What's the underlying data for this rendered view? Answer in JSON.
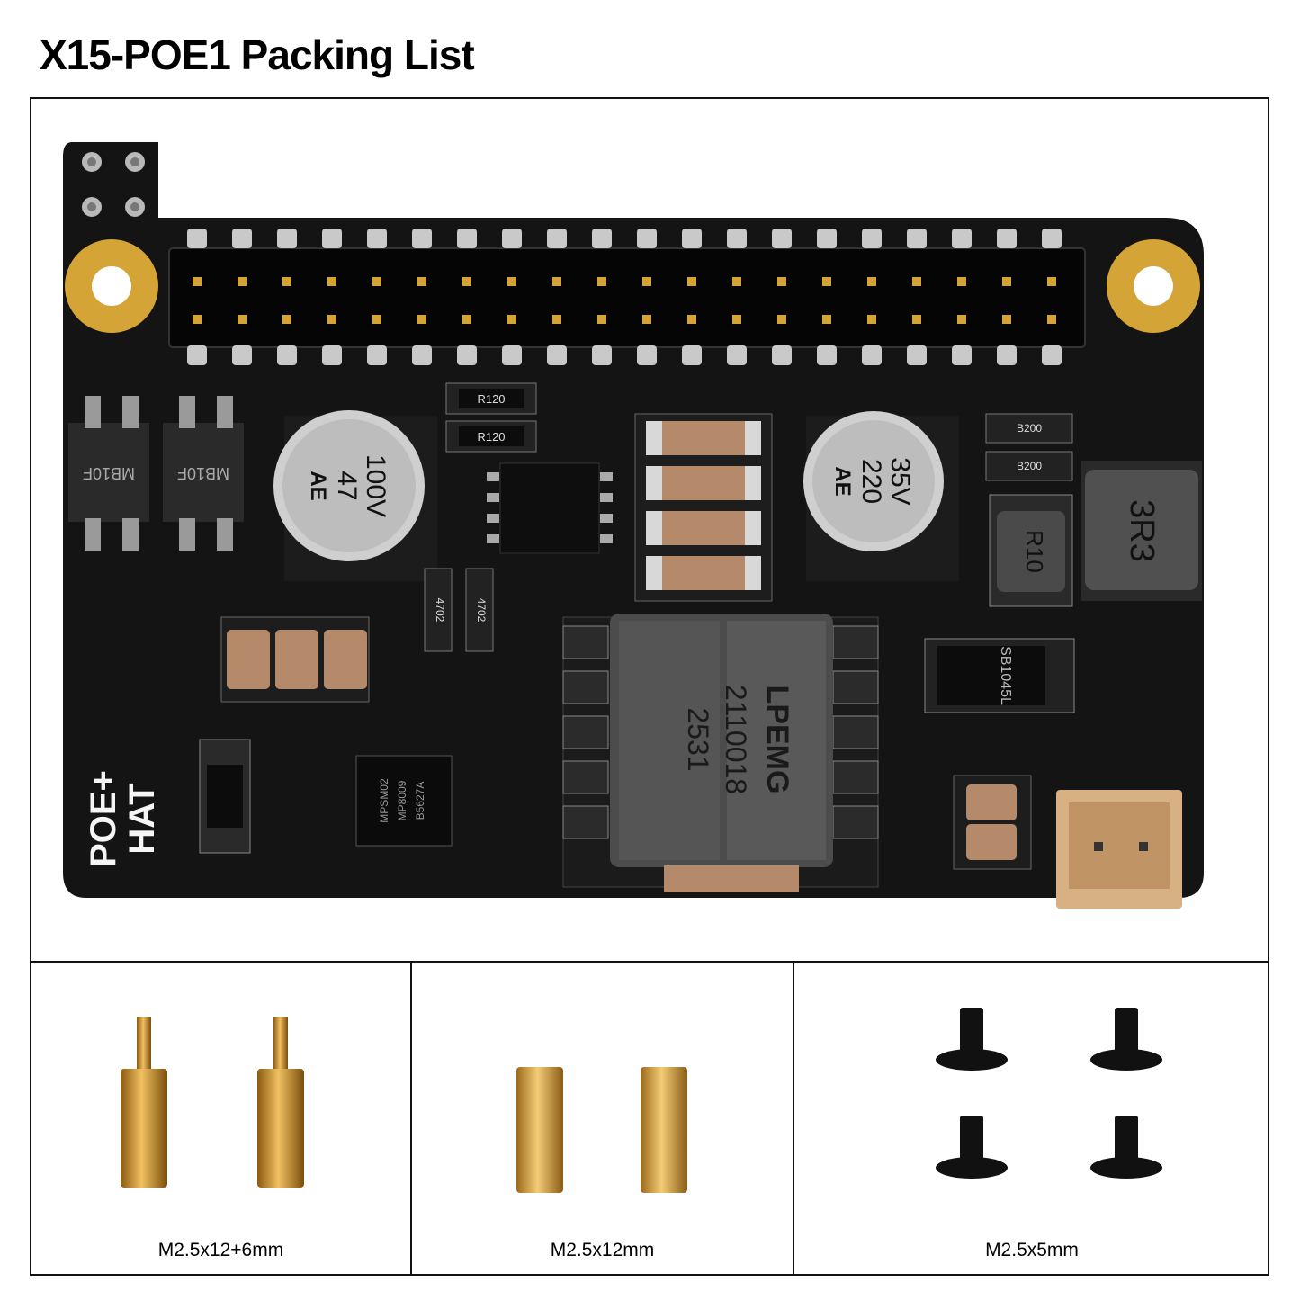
{
  "title": "X15-POE1 Packing List",
  "board": {
    "silkscreen": {
      "line1": "POE+",
      "line2": "HAT"
    },
    "capacitor_left": {
      "voltage": "100V",
      "value": "47",
      "brand": "AE"
    },
    "capacitor_right": {
      "voltage": "35V",
      "value": "220",
      "brand": "AE"
    },
    "transformer": {
      "brand": "LPEMG",
      "line1": "2110018",
      "line2": "2531"
    },
    "inductor_small": "R10",
    "inductor_large": "3R3",
    "diode": "SB1045L",
    "rectifier": "MB10F",
    "chip": {
      "line1": "MPSM02",
      "line2": "MP8009",
      "line3": "B5627A"
    },
    "resistor_labels": [
      "R120",
      "R120",
      "4702",
      "4702",
      "B200",
      "B200"
    ],
    "colors": {
      "pcb": "#141414",
      "gold": "#d4a536",
      "trace": "#262626"
    }
  },
  "accessories": [
    {
      "caption": "M2.5x12+6mm",
      "icon": "male-female-standoff-icon",
      "count": 2
    },
    {
      "caption": "M2.5x12mm",
      "icon": "female-standoff-icon",
      "count": 2
    },
    {
      "caption": "M2.5x5mm",
      "icon": "screw-icon",
      "count": 4
    }
  ]
}
